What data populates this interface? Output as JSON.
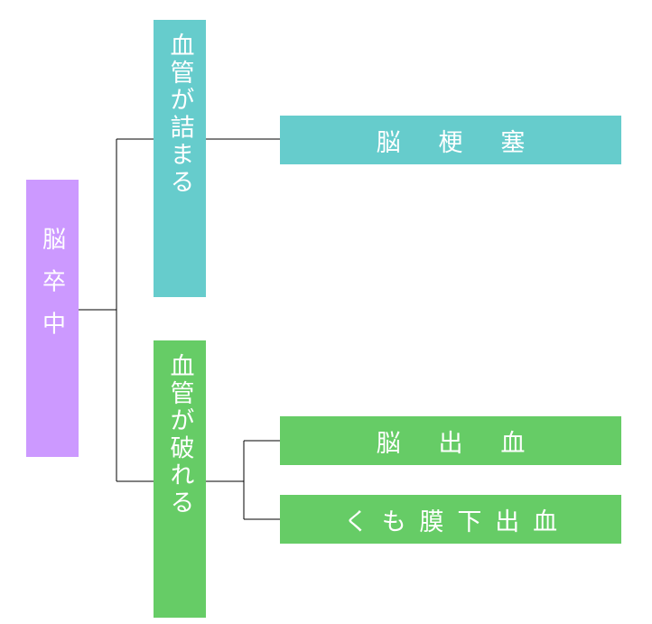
{
  "diagram": {
    "root": {
      "label": "脳卒中",
      "color": "#cc99ff"
    },
    "branches": [
      {
        "label": "血管が詰まる",
        "color": "#66cccc",
        "children": [
          {
            "label": "脳梗塞"
          }
        ]
      },
      {
        "label": "血管が破れる",
        "color": "#66cc66",
        "children": [
          {
            "label": "脳出血"
          },
          {
            "label": "くも膜下出血"
          }
        ]
      }
    ],
    "line_color": "#000000"
  }
}
